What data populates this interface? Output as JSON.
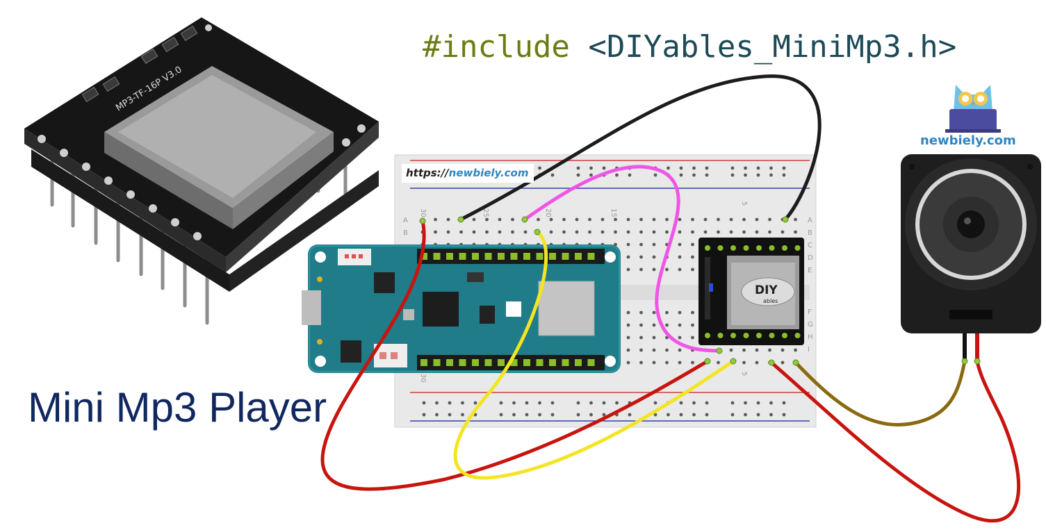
{
  "code": {
    "keyword": "#include",
    "header": "<DIYables_MiniMp3.h>"
  },
  "title": "Mini Mp3 Player",
  "brand": {
    "name": "newbiely.com",
    "url_prefix": "https://",
    "url_site": "newbiely.com"
  },
  "module": {
    "board_marking": "MP3-TF-16P V3.0",
    "ic_logo_top": "DIY",
    "ic_logo_bottom": "ables"
  },
  "colors": {
    "include_keyword": "#6b7d12",
    "include_header": "#1d4a57",
    "title": "#11285f",
    "brand": "#2e86c1",
    "wire_red": "#c8140e",
    "wire_yellow": "#f3e523",
    "wire_magenta": "#f055e6",
    "wire_black": "#1c1c1c",
    "wire_brown": "#8a6a10",
    "arduino_board": "#1f7c88"
  },
  "icons": [
    "mp3-module-photo",
    "owl-logo-icon",
    "speaker-icon",
    "arduino-board",
    "breadboard",
    "sd-card-slot"
  ]
}
